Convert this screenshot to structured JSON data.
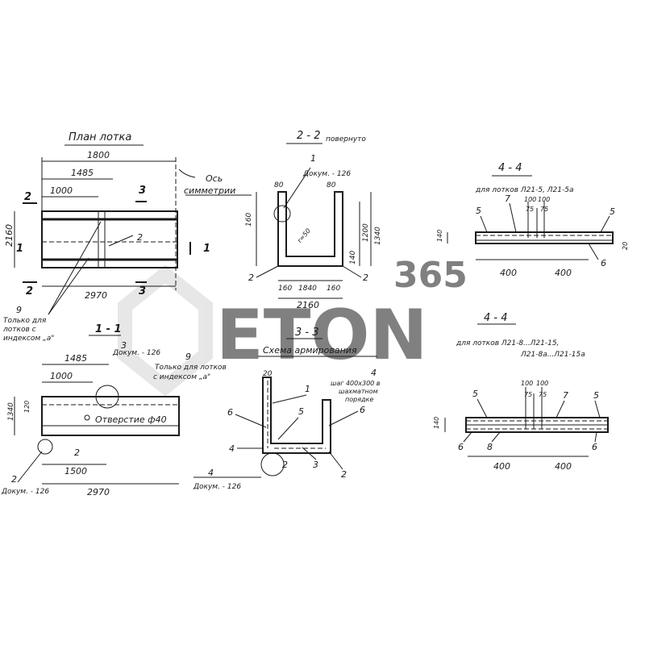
{
  "plan": {
    "title": "План лотка",
    "dim_1800": "1800",
    "dim_1485": "1485",
    "dim_1000": "1000",
    "dim_2160": "2160",
    "dim_2970": "2970",
    "axis_label_1": "Ось",
    "axis_label_2": "симметрии",
    "sec2": "2",
    "sec3a": "3",
    "sec3b": "3",
    "sec1a": "1",
    "sec1b": "1",
    "sec2b": "2",
    "mark2": "2",
    "mark9": "9",
    "note_1": "Только для",
    "note_2": "лотков с",
    "note_3": "индексом „а\""
  },
  "section_22": {
    "title": "2 - 2",
    "subtitle": "повернуто",
    "mark1": "1",
    "doc": "Докум. - 126",
    "dim_80a": "80",
    "dim_80b": "80",
    "dim_160": "160",
    "dim_1200": "1200",
    "dim_1340": "1340",
    "dim_140": "140",
    "dim_r50": "r=50",
    "dim_160a": "160",
    "dim_1840": "1840",
    "dim_160b": "160",
    "dim_2160": "2160",
    "mark2a": "2",
    "mark2b": "2"
  },
  "section_44_top": {
    "title": "4 - 4",
    "subtitle": "для лотков Л21-5, Л21-5а",
    "dim_100a": "100",
    "dim_100b": "100",
    "dim_75a": "75",
    "dim_75b": "75",
    "mark5a": "5",
    "mark5b": "5",
    "mark7": "7",
    "mark6": "6",
    "dim_140": "140",
    "dim_400a": "400",
    "dim_400b": "400",
    "dim_20": "20"
  },
  "section_11": {
    "title": "1 - 1",
    "mark3": "3",
    "doc": "Докум. - 126",
    "mark9": "9",
    "note_1": "Только для лотков",
    "note_2": "с индексом „а\"",
    "dim_1485": "1485",
    "dim_1000": "1000",
    "dim_1340": "1340",
    "dim_120": "120",
    "hole": "Отверстие ф40",
    "mark2a": "2",
    "mark2b": "2",
    "dim_1500": "1500",
    "dim_2970": "2970",
    "doc2": "Докум. - 126"
  },
  "section_33": {
    "title": "3 - 3",
    "subtitle": "Схема армирования",
    "dim_20": "20",
    "mark4a": "4",
    "step_1": "шаг 400х300 в",
    "step_2": "шахматном",
    "step_3": "порядке",
    "mark1": "1",
    "mark5": "5",
    "mark6a": "6",
    "mark6b": "6",
    "mark4b": "4",
    "mark2a": "2",
    "mark3": "3",
    "mark2b": "2",
    "mark4c": "4",
    "doc": "Докум. - 126"
  },
  "section_44_bottom": {
    "title": "4 - 4",
    "subtitle_1": "для лотков Л21-8...Л21-15,",
    "subtitle_2": "Л21-8а...Л21-15а",
    "dim_100a": "100",
    "dim_100b": "100",
    "dim_75a": "75",
    "dim_75b": "75",
    "mark5a": "5",
    "mark7": "7",
    "mark5b": "5",
    "mark6a": "6",
    "mark8": "8",
    "mark6b": "6",
    "dim_140": "140",
    "dim_400a": "400",
    "dim_400b": "400"
  },
  "watermark": {
    "brand": "ETON",
    "number": "365",
    "color_brand": "#c9c9c9",
    "color_accent": "#f3c7a6"
  }
}
